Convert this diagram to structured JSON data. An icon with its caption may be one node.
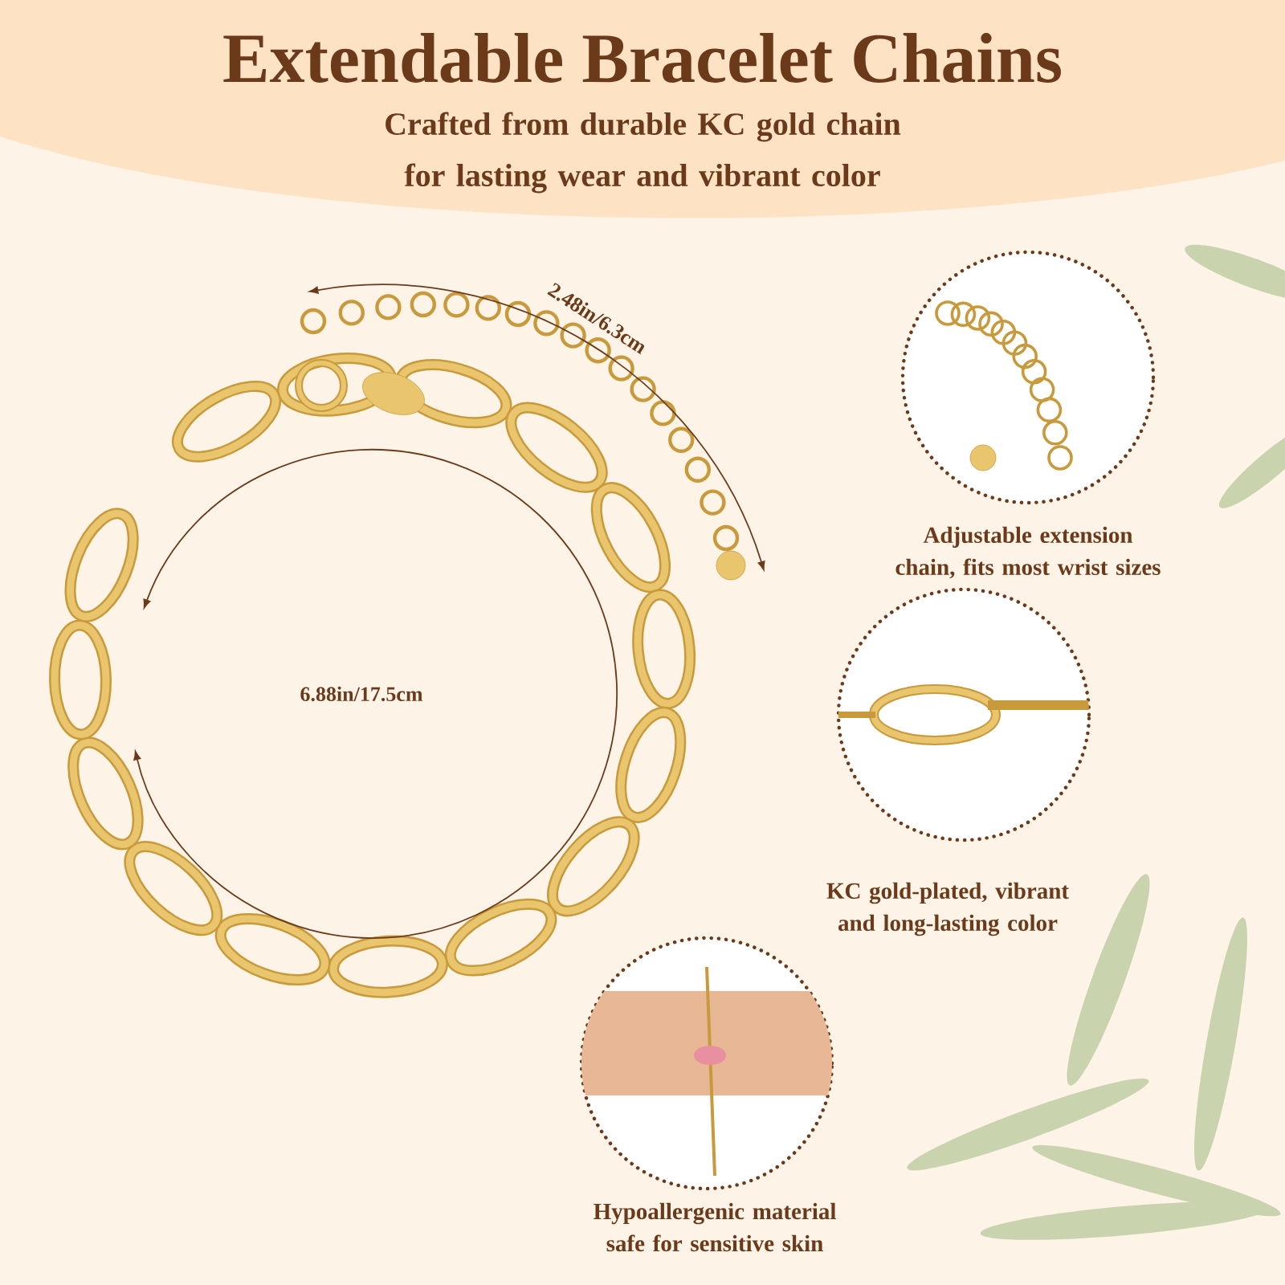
{
  "diagram": {
    "title": "Extendable Bracelet Chains",
    "nodes": [
      {
        "text": [
          "Adjustable extension chain, fits most wrist sizes"
        ]
      },
      {
        "text": [
          "KC gold-plated, vibrant and long-lasting color"
        ]
      },
      {
        "text": [
          "Hypoallergenic material safe for sensitive skin"
        ]
      }
    ],
    "labels": [
      "Crafted from durable KC gold chain for lasting wear and vibrant color",
      "2.48in/6.3cm",
      "6.88in/17.5cm"
    ]
  }
}
